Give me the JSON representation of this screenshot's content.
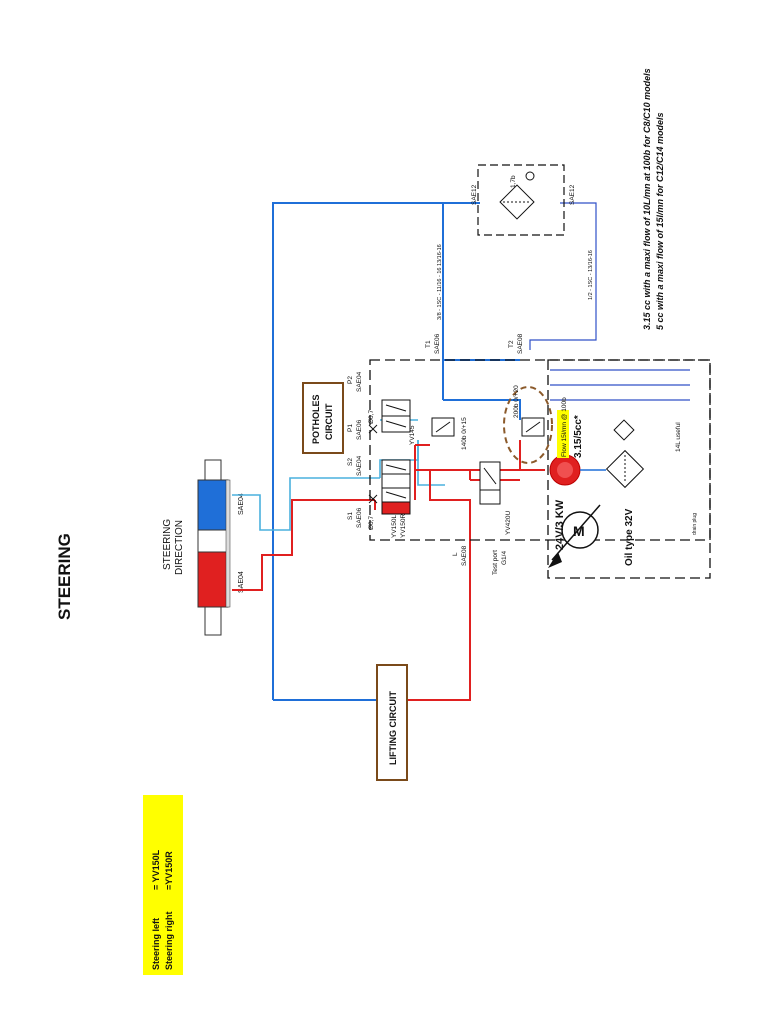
{
  "page_title": "STEERING",
  "notes": {
    "line1": "3.15 cc with a maxi  flow of 10L/mn at 100b for C8/C10 models",
    "line2": "5 cc with a maxi  flow of 15l/mn  for C12/C14 models"
  },
  "legend": {
    "left_label": "Steering left",
    "left_value": "= YV150L",
    "right_label": "Steering right",
    "right_value": "=YV150R"
  },
  "boxes": {
    "lifting": "LIFTING CIRCUIT",
    "potholes_line1": "POTHOLES",
    "potholes_line2": "CIRCUIT"
  },
  "cylinder": {
    "title_line1": "STEERING",
    "title_line2": "DIRECTION",
    "port_top": "SAE04",
    "port_bottom": "SAE04"
  },
  "ports": {
    "s1": "S1",
    "s1_sae": "SAE06",
    "s2": "S2",
    "s2_sae": "SAE04",
    "p1": "P1",
    "p1_sae": "SAE06",
    "p2": "P2",
    "p2_sae": "SAE04",
    "t1": "T1",
    "t1_sae": "SAE06",
    "t2": "T2",
    "t2_sae": "SAE08",
    "l": "L",
    "l_sae": "SAE08",
    "test_port_line1": "Test port",
    "test_port_line2": "G1/4"
  },
  "orifices": {
    "o1": "Ø0,7",
    "o2": "Ø0,7"
  },
  "valves": {
    "yv150l": "YV150L",
    "yv150r": "YV150R",
    "yv145": "YV145",
    "yv420u": "YV420U",
    "relief1": "140b 0/+15",
    "relief2": "200b 0/+20"
  },
  "pump": {
    "flow": "Flow 15l/mn @ 100b",
    "displacement": "3.15/5cc*",
    "motor": "24V/3 KW",
    "oil": "Oil type 32V"
  },
  "filter": {
    "pressure": "1,7b",
    "sae_left": "SAE12",
    "sae_right": "SAE12"
  },
  "hoses": {
    "hose1": "3/8 - 1SC - 11/16 - 16  13/16-16",
    "hose2": "1/2 - 1SC - 13/16-16"
  },
  "tank": {
    "useful": "14L  useful",
    "drain": "drain plug"
  },
  "colors": {
    "pressure_line": "#e02020",
    "return_line": "#1f6fd8",
    "pilot_line": "#4ab0de",
    "highlight": "#ffff00",
    "box_border": "#7a4a1a"
  }
}
